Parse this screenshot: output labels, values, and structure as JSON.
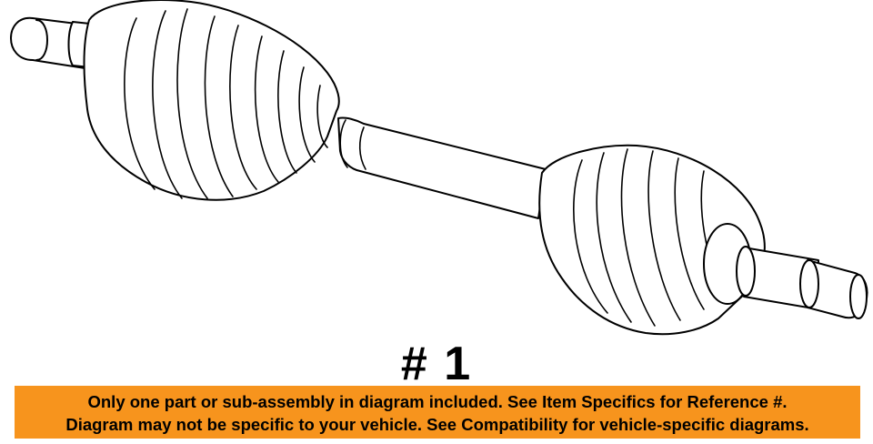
{
  "diagram": {
    "part_callout": "# 1"
  },
  "notice": {
    "line1": "Only one part or sub-assembly in diagram included. See Item Specifics for Reference #.",
    "line2": "Diagram may not be specific to your vehicle. See Compatibility for vehicle-specific diagrams.",
    "background_color": "#f7941d",
    "text_color": "#000000"
  }
}
